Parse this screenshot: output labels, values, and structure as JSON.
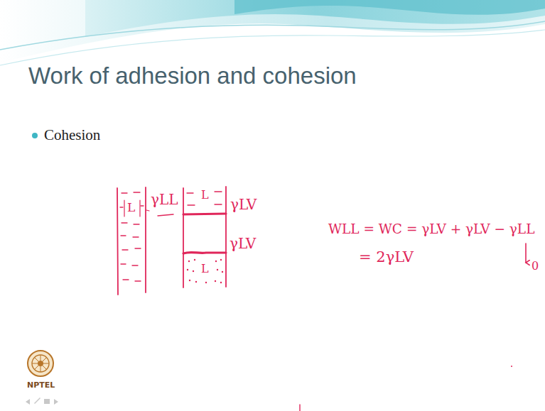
{
  "diagram": {
    "title": "Work of adhesion and cohesion",
    "labels": [
      "Cohesion",
      "L",
      "γLL",
      "L",
      "γLV",
      "γLV",
      "L",
      "WLL = WC = γLV + γLV − γLL",
      "= 2γLV",
      "0",
      "NPTEL"
    ]
  }
}
